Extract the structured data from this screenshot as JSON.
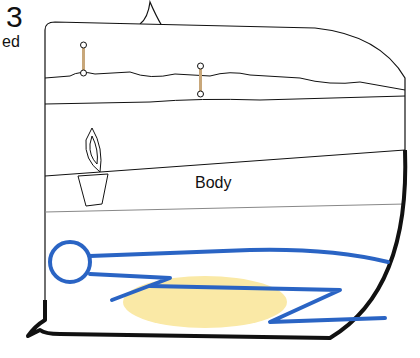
{
  "diagram": {
    "labels": [
      "3",
      "ed",
      "Body"
    ]
  }
}
